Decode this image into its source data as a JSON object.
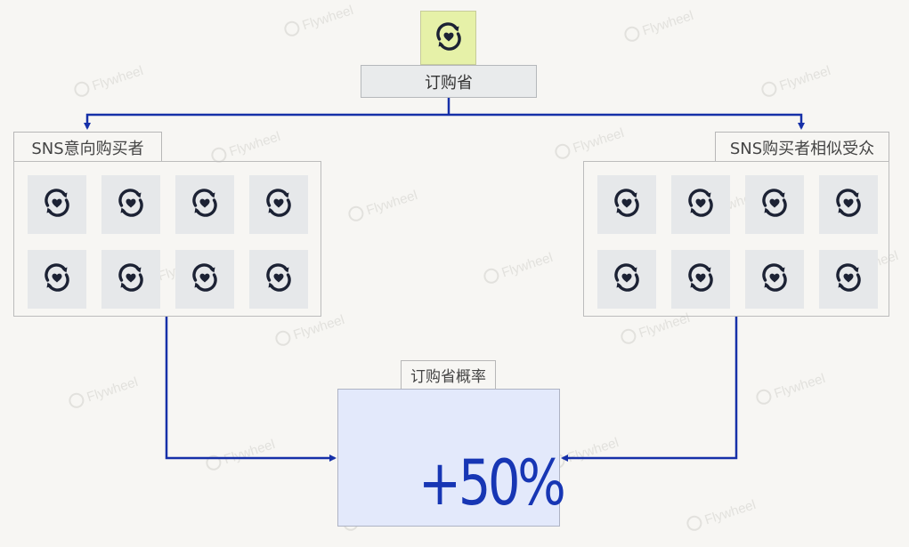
{
  "root": {
    "label": "订购省",
    "icon": "heart-refresh-icon"
  },
  "groups": [
    {
      "label": "SNS意向购买者",
      "tile_icon": "heart-refresh-icon",
      "tile_count": 8
    },
    {
      "label": "SNS购买者相似受众",
      "tile_icon": "heart-refresh-icon",
      "tile_count": 8
    }
  ],
  "result": {
    "label": "订购省概率",
    "value": "+50%"
  },
  "watermark": "Flywheel",
  "colors": {
    "background": "#f7f6f3",
    "accent_blue": "#1736b4",
    "connector": "#1630a8",
    "icon_tile_top": "#e6f1a8",
    "tile_bg": "#e6e8ea",
    "result_bg": "#e3e9fb",
    "icon_color": "#1c2234"
  }
}
